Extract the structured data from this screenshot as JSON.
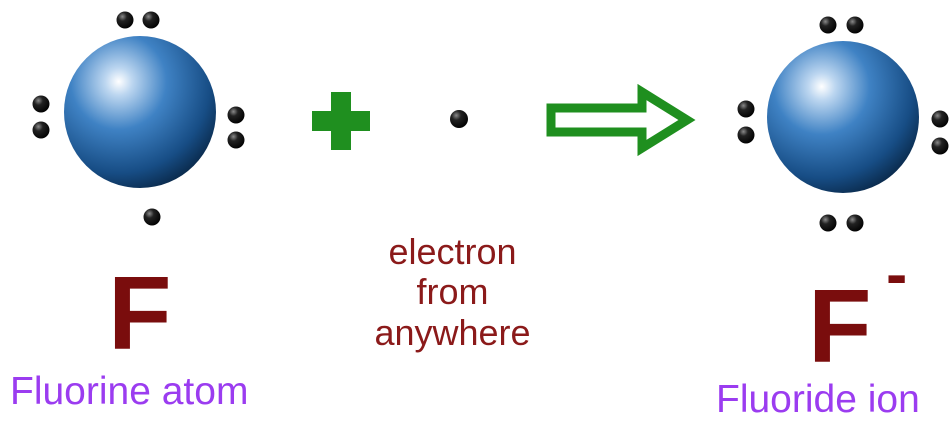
{
  "reactant": {
    "symbol": "F",
    "label": "Fluorine atom"
  },
  "operator": "+",
  "electron": {
    "line1": "electron",
    "line2": "from",
    "line3": "anywhere"
  },
  "product": {
    "symbol": "F",
    "charge": "-",
    "label": "Fluoride ion"
  },
  "colors": {
    "symbol": "#7a0d0d",
    "label": "#9b3cf0",
    "note": "#8b1a1a",
    "plus_and_arrow": "#1f8f1f",
    "sphere": "#1f5fa0",
    "electron_dot": "#111111"
  },
  "icons": [
    "fluorine-atom-sphere-icon",
    "electron-dot-icon",
    "reaction-arrow-icon",
    "fluoride-ion-sphere-icon"
  ]
}
